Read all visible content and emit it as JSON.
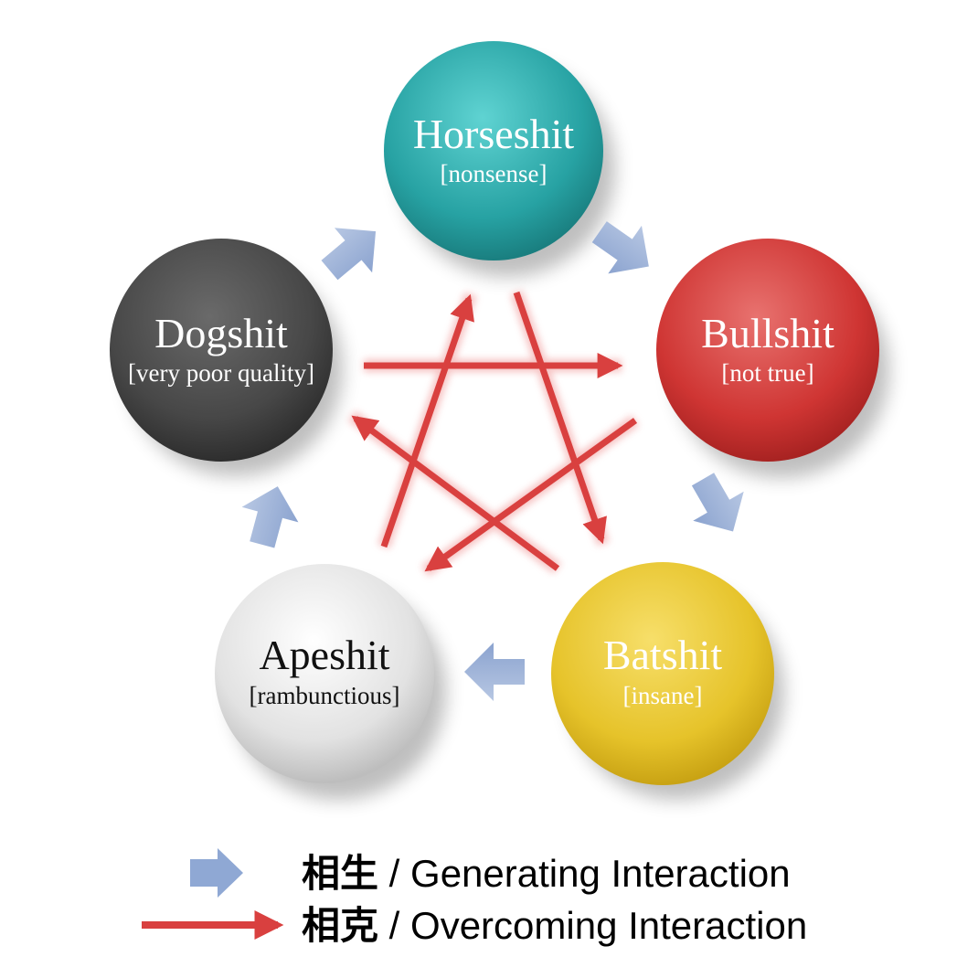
{
  "elements": [
    {
      "id": "horseshit",
      "title": "Horseshit",
      "subtitle": "[nonsense]",
      "color": "#2fa9a9",
      "text_color": "#ffffff"
    },
    {
      "id": "bullshit",
      "title": "Bullshit",
      "subtitle": "[not true]",
      "color": "#d0393a",
      "text_color": "#ffffff"
    },
    {
      "id": "batshit",
      "title": "Batshit",
      "subtitle": "[insane]",
      "color": "#e8c62a",
      "text_color": "#ffffff"
    },
    {
      "id": "apeshit",
      "title": "Apeshit",
      "subtitle": "[rambunctious]",
      "color": "#dcdcdc",
      "text_color": "#111111"
    },
    {
      "id": "dogshit",
      "title": "Dogshit",
      "subtitle": "[very poor quality]",
      "color": "#4a4a4a",
      "text_color": "#ffffff"
    }
  ],
  "legend": {
    "generating": {
      "cjk": "相生",
      "label": " / Generating Interaction",
      "color": "#8fa8d4"
    },
    "overcoming": {
      "cjk": "相克",
      "label": " / Overcoming Interaction",
      "color": "#d9403f"
    }
  }
}
